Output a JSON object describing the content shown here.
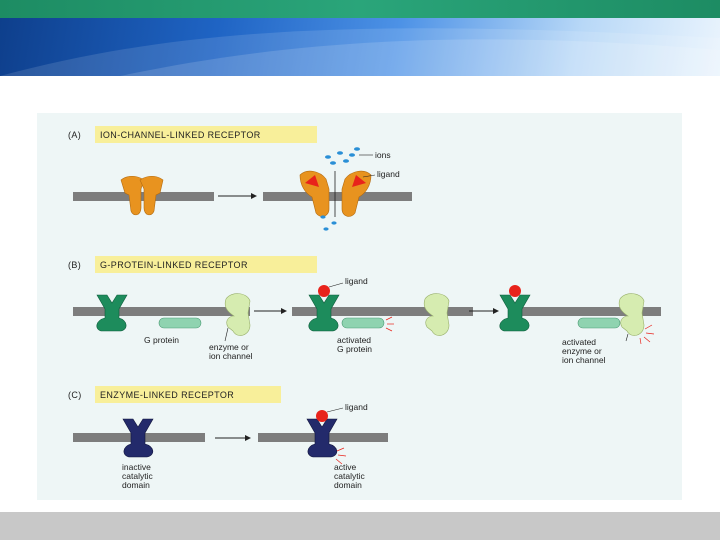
{
  "colors": {
    "top_band": "#1d8c63",
    "banner_dark": "#0e3f8c",
    "banner_light": "#b8d8f7",
    "figure_background": "#eef6f6",
    "section_highlight": "#f8ef9a",
    "membrane": "#7d7d7d",
    "ion_channel": "#e8931f",
    "ligand": "#e8231b",
    "ion": "#2a8fd6",
    "g_receptor": "#1d8c5c",
    "g_protein": "#8fd3b0",
    "enzyme": "#d6ecb0",
    "enzyme_receptor": "#232a6b",
    "activation_glow": "#e8231b"
  },
  "diagram": {
    "sections": [
      {
        "letter": "(A)",
        "title": "ION-CHANNEL-LINKED RECEPTOR",
        "labels": {
          "ions": "ions",
          "ligand": "ligand"
        }
      },
      {
        "letter": "(B)",
        "title": "G-PROTEIN-LINKED RECEPTOR",
        "labels": {
          "ligand": "ligand",
          "g_protein": "G protein",
          "enzyme_line1": "enzyme or",
          "enzyme_line2": "ion channel",
          "activated_g_line1": "activated",
          "activated_g_line2": "G protein",
          "activated_enzyme_line1": "activated",
          "activated_enzyme_line2": "enzyme or",
          "activated_enzyme_line3": "ion channel"
        }
      },
      {
        "letter": "(C)",
        "title": "ENZYME-LINKED RECEPTOR",
        "labels": {
          "ligand": "ligand",
          "inactive_line1": "inactive",
          "inactive_line2": "catalytic",
          "inactive_line3": "domain",
          "active_line1": "active",
          "active_line2": "catalytic",
          "active_line3": "domain"
        }
      }
    ]
  }
}
